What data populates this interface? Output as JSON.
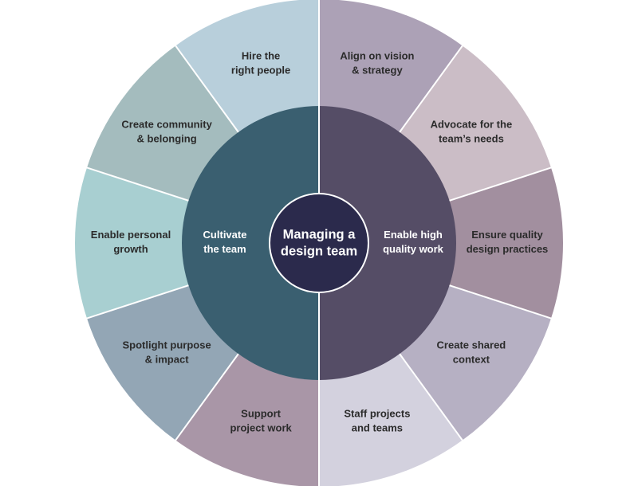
{
  "center": {
    "lines": [
      "Managing a",
      "design team"
    ],
    "color": "#2b2a4c"
  },
  "inner": [
    {
      "key": "cultivate",
      "lines": [
        "Cultivate",
        "the team"
      ],
      "color": "#3a5f70"
    },
    {
      "key": "enable",
      "lines": [
        "Enable high",
        "quality work"
      ],
      "color": "#554d66"
    }
  ],
  "outer": [
    {
      "key": "align-vision",
      "lines": [
        "Align on vision",
        "& strategy"
      ],
      "color": "#aca1b6"
    },
    {
      "key": "advocate-needs",
      "lines": [
        "Advocate for the",
        "team’s needs"
      ],
      "color": "#cbbdc6"
    },
    {
      "key": "quality-practices",
      "lines": [
        "Ensure quality",
        "design practices"
      ],
      "color": "#a28f9f"
    },
    {
      "key": "shared-context",
      "lines": [
        "Create shared",
        "context"
      ],
      "color": "#b6b0c3"
    },
    {
      "key": "staff-projects",
      "lines": [
        "Staff projects",
        "and teams"
      ],
      "color": "#d3d1de"
    },
    {
      "key": "support-work",
      "lines": [
        "Support",
        "project work"
      ],
      "color": "#a996a7"
    },
    {
      "key": "spotlight-purpose",
      "lines": [
        "Spotlight purpose",
        "& impact"
      ],
      "color": "#93a6b5"
    },
    {
      "key": "personal-growth",
      "lines": [
        "Enable personal",
        "growth"
      ],
      "color": "#a8cfd1"
    },
    {
      "key": "community-belonging",
      "lines": [
        "Create community",
        "& belonging"
      ],
      "color": "#a4bcbe"
    },
    {
      "key": "hire-people",
      "lines": [
        "Hire the",
        "right people"
      ],
      "color": "#b8cfdb"
    }
  ],
  "divider_color": "#ffffff"
}
